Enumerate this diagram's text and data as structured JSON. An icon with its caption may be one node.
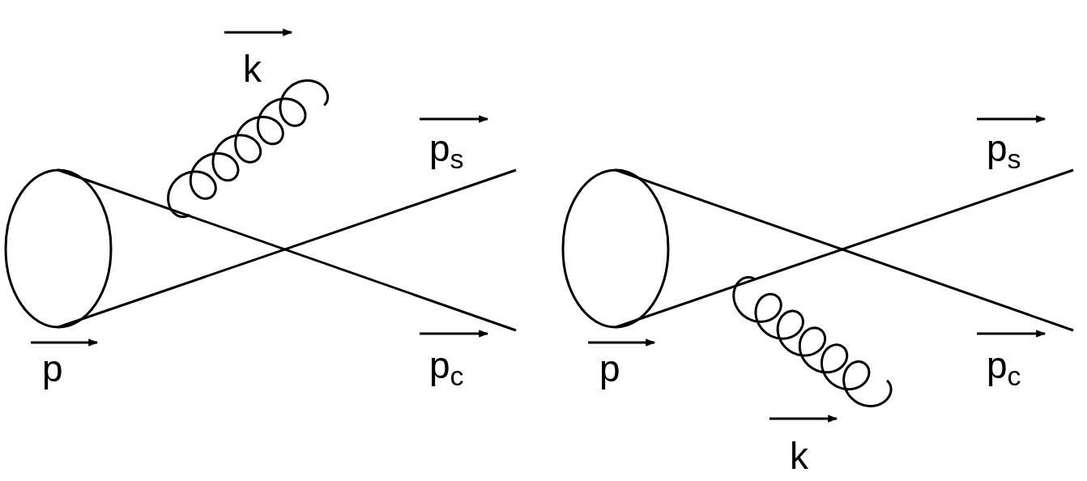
{
  "diagram": {
    "labels": [
      "k",
      "p$_{s}$",
      "p$_{c}$",
      "p",
      "p$_{s}$",
      "p$_{c}$",
      "p",
      "k"
    ]
  }
}
